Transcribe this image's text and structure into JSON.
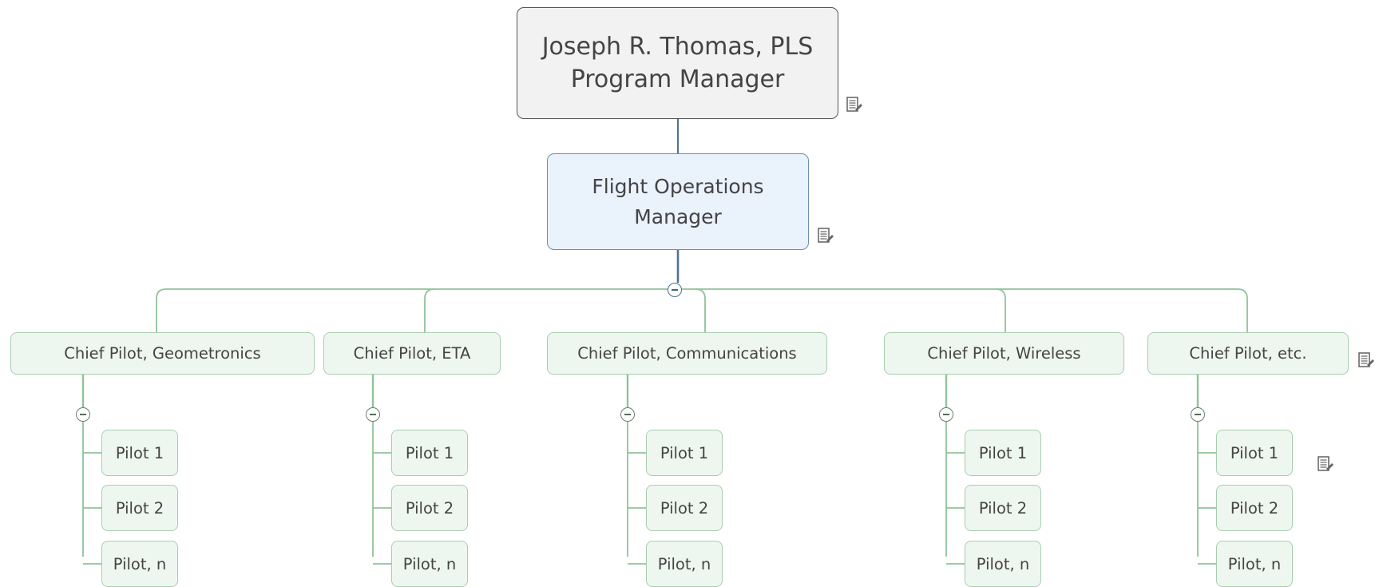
{
  "colors": {
    "root_fill": "#f2f2f2",
    "root_border": "#555555",
    "main_fill": "#eaf2fb",
    "main_border": "#6b8fb3",
    "branch_fill": "#eef7ef",
    "branch_border": "#a9cdb0",
    "connector_main": "#4f7395",
    "connector_branch": "#8fc39a"
  },
  "root": {
    "line1": "Joseph R. Thomas, PLS",
    "line2": "Program Manager",
    "icon": "note-icon"
  },
  "main": {
    "line1": "Flight Operations",
    "line2": "Manager",
    "icon": "note-icon",
    "collapse_icon": "collapse-minus-icon"
  },
  "chiefs": [
    {
      "label": "Chief Pilot, Geometronics",
      "pilots": [
        "Pilot 1",
        "Pilot 2",
        "Pilot, n"
      ]
    },
    {
      "label": "Chief Pilot, ETA",
      "pilots": [
        "Pilot 1",
        "Pilot 2",
        "Pilot, n"
      ]
    },
    {
      "label": "Chief Pilot, Communications",
      "pilots": [
        "Pilot 1",
        "Pilot 2",
        "Pilot, n"
      ]
    },
    {
      "label": "Chief Pilot, Wireless",
      "pilots": [
        "Pilot 1",
        "Pilot 2",
        "Pilot, n"
      ]
    },
    {
      "label": "Chief Pilot, etc.",
      "icon": "note-icon",
      "pilots": [
        "Pilot 1",
        "Pilot 2",
        "Pilot, n"
      ],
      "pilot1_icon": "note-icon"
    }
  ]
}
